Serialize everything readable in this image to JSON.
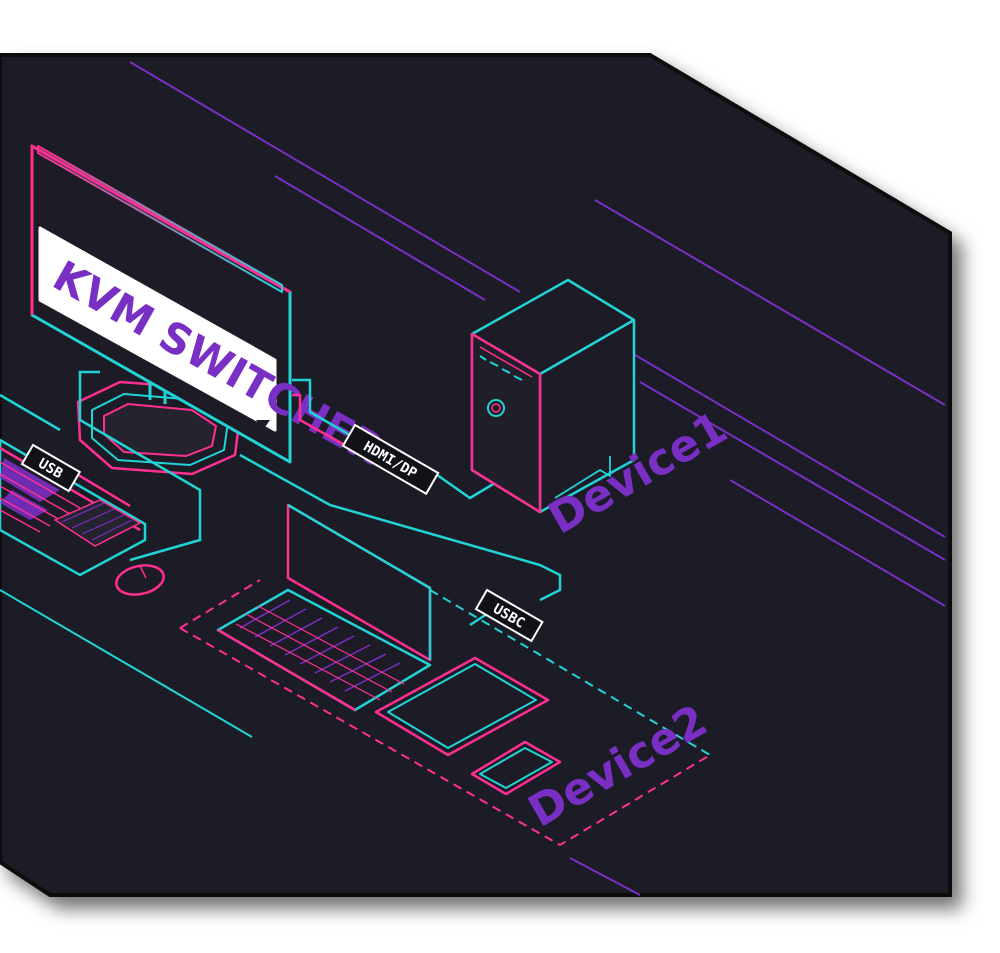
{
  "diagram": {
    "screen_title": "KVM SWITCHER",
    "ports": {
      "usb": "USB",
      "hdmi_dp": "HDMI/DP",
      "usbc": "USBC"
    },
    "devices": {
      "device1": "Device1",
      "device2": "Device2"
    }
  },
  "colors": {
    "board": "#1d1c26",
    "pink": "#ff2f92",
    "cyan": "#22d3d6",
    "purple": "#7a2fc4",
    "white": "#ffffff"
  },
  "icons": [
    "monitor-icon",
    "tower-pc-icon",
    "laptop-icon",
    "tablet-icon",
    "phone-icon",
    "keyboard-icon",
    "mouse-icon"
  ]
}
